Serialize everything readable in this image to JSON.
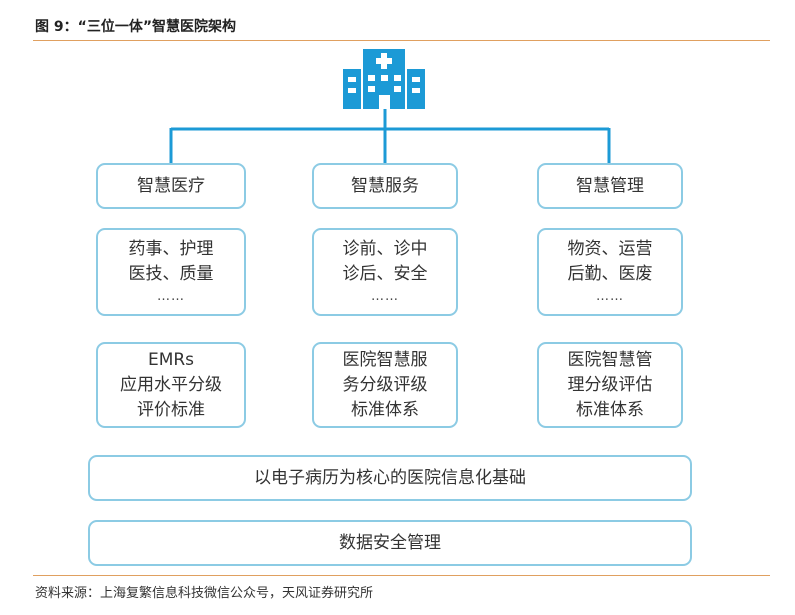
{
  "figure": {
    "title": "图 9：“三位一体”智慧医院架构",
    "source": "资料来源：上海复繁信息科技微信公众号，天风证券研究所"
  },
  "icon": "hospital-building-icon",
  "columns": [
    {
      "header": "智慧医疗",
      "items": [
        "药事、护理",
        "医技、质量",
        "……"
      ],
      "standard": [
        "EMRs",
        "应用水平分级",
        "评价标准"
      ]
    },
    {
      "header": "智慧服务",
      "items": [
        "诊前、诊中",
        "诊后、安全",
        "……"
      ],
      "standard": [
        "医院智慧服",
        "务分级评级",
        "标准体系"
      ]
    },
    {
      "header": "智慧管理",
      "items": [
        "物资、运营",
        "后勤、医废",
        "……"
      ],
      "standard": [
        "医院智慧管",
        "理分级评估",
        "标准体系"
      ]
    }
  ],
  "foundation": {
    "emr_base": "以电子病历为核心的医院信息化基础",
    "data_security": "数据安全管理"
  },
  "colors": {
    "accent": "#1c9ad6",
    "box_border": "#8ccbe4",
    "rule": "#e0a060"
  }
}
